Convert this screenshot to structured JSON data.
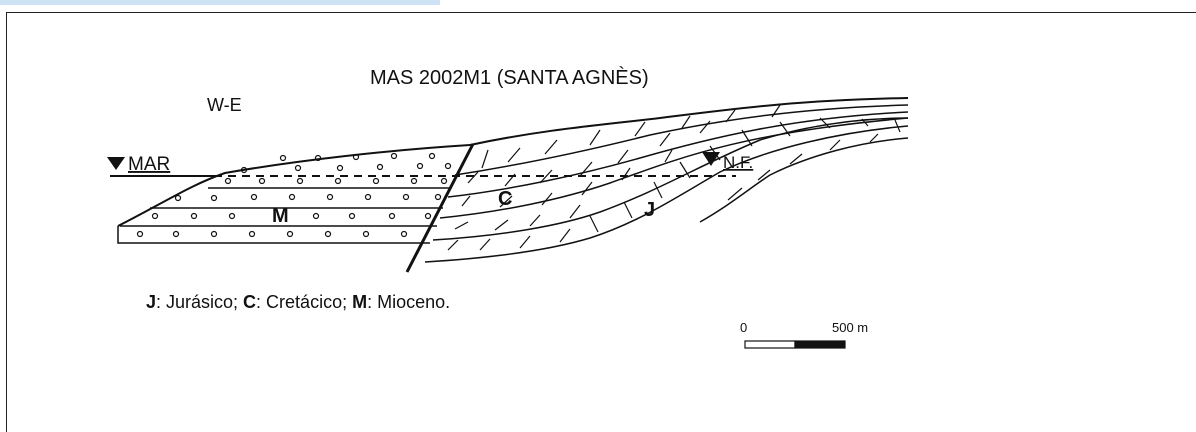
{
  "title": "MAS 2002M1 (SANTA AGNÈS)",
  "orientation": "W-E",
  "sea_label": "MAR",
  "water_level_label": "N.F.",
  "unit_labels": {
    "miocene": "M",
    "cretaceous": "C",
    "jurassic": "J"
  },
  "legend": {
    "j_key": "J",
    "j_name": ": Jurásico; ",
    "c_key": "C",
    "c_name": ": Cretácico; ",
    "m_key": "M",
    "m_name": ": Mioceno."
  },
  "scale_bar": {
    "start_label": "0",
    "end_label": "500 m"
  },
  "colors": {
    "ink": "#111111",
    "frame": "#222222",
    "highlight": "#cde2f4"
  }
}
